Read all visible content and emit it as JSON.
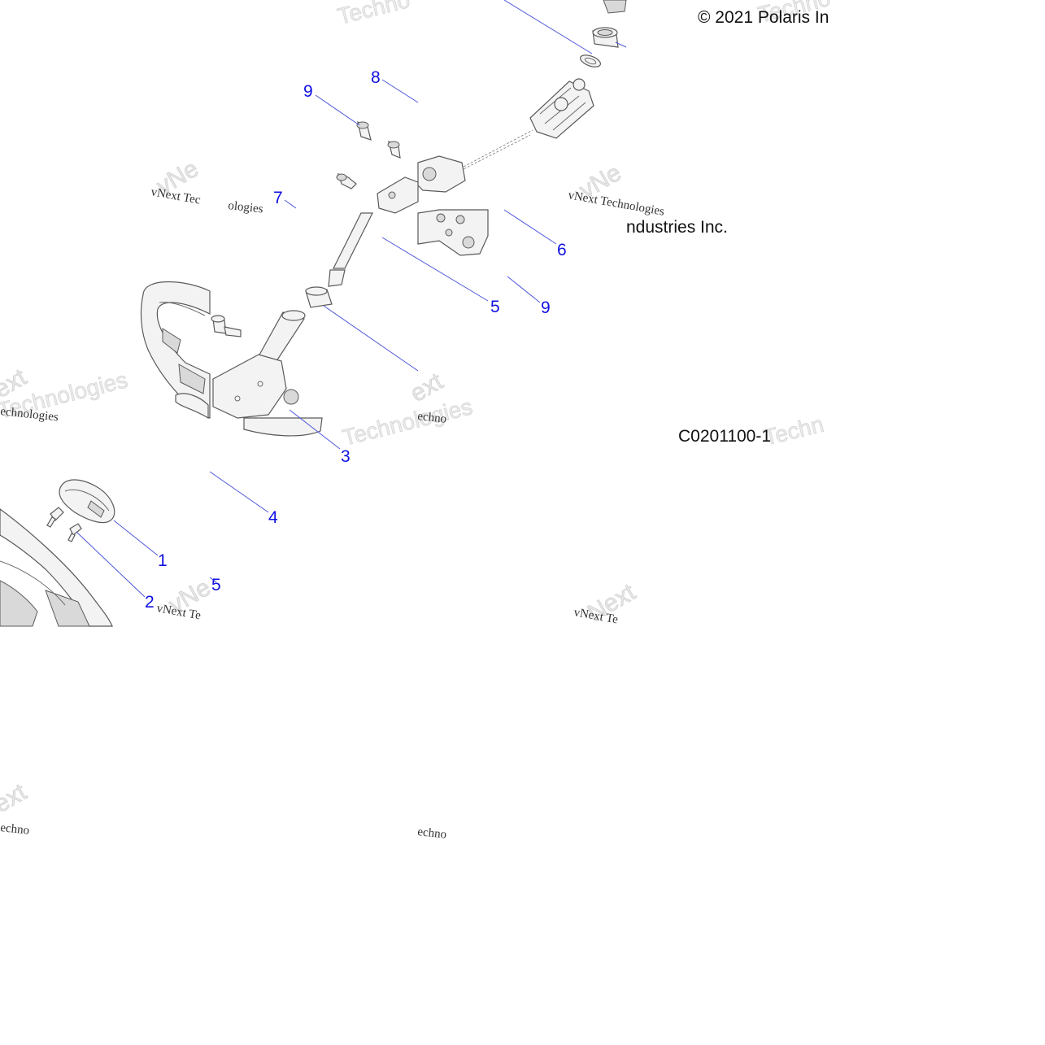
{
  "copyright": "© 2021 Polaris In",
  "copyright_fragment": "ndustries Inc.",
  "diagram_code": "C0201100-1",
  "callouts": {
    "c1": "1",
    "c2": "2",
    "c3": "3",
    "c4": "4",
    "c5a": "5",
    "c5b": "5",
    "c6": "6",
    "c7": "7",
    "c8": "8",
    "c9a": "9",
    "c9b": "9"
  },
  "watermarks": {
    "vnext_1": "vNext Tec",
    "vnext_2": "vNext Technologies",
    "vnext_3": "vNext Te",
    "vnext_4": "vNext Te",
    "ologies_1": "ologies",
    "technologies_1": "Technologies",
    "technologies_2": "Technologies",
    "techno_1": "Techno",
    "techno_2": "Techno",
    "echnologies_1": "echnologies",
    "techn_1": "Techn",
    "next_1": "Next",
    "vne_1": "vNe",
    "vne_2": "vNe",
    "vne_3": "vNe",
    "ext_1": "ext",
    "ext_2": "ext",
    "ext_3": "ext",
    "echno_1": "echno",
    "echno_2": "echno",
    "ech_1": "echno",
    "colors": {
      "callout": "#1010e0",
      "leader": "#4d55d8"
    }
  }
}
